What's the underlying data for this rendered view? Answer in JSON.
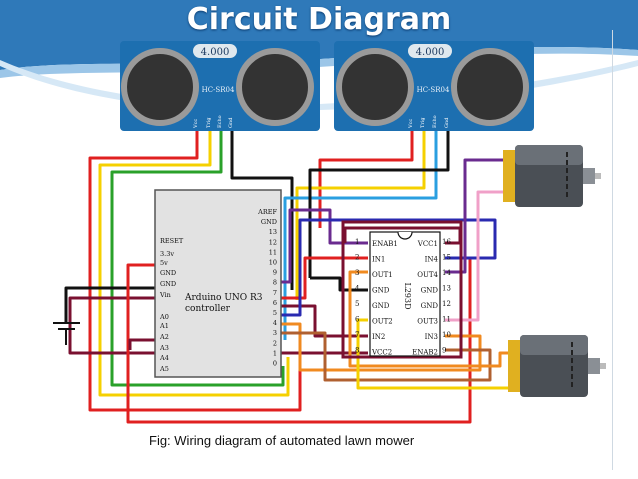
{
  "slide": {
    "title": "Circuit Diagram",
    "caption": "Fig: Wiring diagram of automated lawn mower"
  },
  "sensors": [
    {
      "display": "4.000",
      "model": "HC-SR04",
      "pins": [
        "Vcc",
        "Trig",
        "Echo",
        "Gnd"
      ]
    },
    {
      "display": "4.000",
      "model": "HC-SR04",
      "pins": [
        "Vcc",
        "Trig",
        "Echo",
        "Gnd"
      ]
    }
  ],
  "arduino": {
    "label_line1": "Arduino UNO R3",
    "label_line2": "controller",
    "left_pins": [
      "RESET",
      "3.3v",
      "5v",
      "GND",
      "GND",
      "Vin",
      "A0",
      "A1",
      "A2",
      "A3",
      "A4",
      "A5"
    ],
    "right_pins": [
      "AREF",
      "GND",
      "13",
      "12",
      "11",
      "10",
      "9",
      "8",
      "7",
      "6",
      "5",
      "4",
      "3",
      "2",
      "1",
      "0"
    ]
  },
  "driver": {
    "name": "L293D",
    "left_pins": [
      "ENAB1",
      "IN1",
      "OUT1",
      "GND",
      "GND",
      "OUT2",
      "IN2",
      "VCC2"
    ],
    "left_numbers": [
      "1",
      "2",
      "3",
      "4",
      "5",
      "6",
      "7",
      "8"
    ],
    "right_pins": [
      "VCC1",
      "IN4",
      "OUT4",
      "GND",
      "GND",
      "OUT3",
      "IN3",
      "ENAB2"
    ],
    "right_numbers": [
      "16",
      "15",
      "14",
      "13",
      "12",
      "11",
      "10",
      "9"
    ]
  },
  "colors": {
    "slide_blue": "#2f79b9",
    "sensor_blue": "#1d6fb0",
    "wire_red": "#e02020",
    "wire_black": "#111111",
    "wire_yellow": "#f5d000",
    "wire_green": "#2aa12a",
    "wire_blue": "#2a9fe0",
    "wire_purple": "#6a2b8f",
    "wire_maroon": "#7a1030",
    "wire_orange": "#f08a20",
    "wire_pink": "#f0a0c8",
    "wire_brown": "#b06030"
  }
}
